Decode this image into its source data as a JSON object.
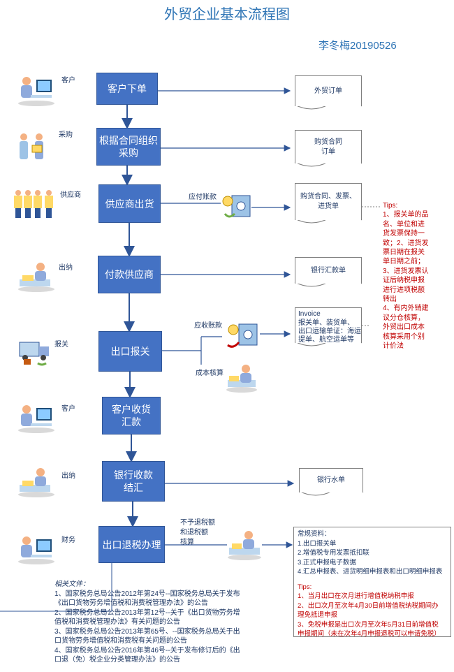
{
  "title": "外贸企业基本流程图",
  "author": "李冬梅20190526",
  "steps": [
    {
      "label": "客户下单"
    },
    {
      "label": "根据合同组织\n采购"
    },
    {
      "label": "供应商出货"
    },
    {
      "label": "付款供应商"
    },
    {
      "label": "出口报关"
    },
    {
      "label": "客户收货\n汇款"
    },
    {
      "label": "银行收款\n结汇"
    },
    {
      "label": "出口退税办理"
    }
  ],
  "roles": [
    "客户",
    "采购",
    "供应商",
    "出纳",
    "报关",
    "客户",
    "出纳",
    "财务"
  ],
  "docs": [
    {
      "label": "外贸订单"
    },
    {
      "label": "购货合同\n订单"
    },
    {
      "label": "购货合同、发票、\n进货单"
    },
    {
      "label": "银行汇款单"
    },
    {
      "label": "银行水单"
    }
  ],
  "invoice": {
    "title": "Invoice",
    "body": "报关单、装货单、\n出口运输单证：海运\n提单、航空运单等"
  },
  "edge_labels": {
    "payable": "应付账款",
    "receivable": "应收账款",
    "costing": "成本核算",
    "tax_calc": "不予退税额\n和退税额\n核算"
  },
  "tips1": {
    "title": "Tips:",
    "items": [
      "1、报关单的品\n名、单位和进\n货发票保持一\n致；2、进货发\n票日期在报关\n单日期之前；",
      "3、进货发票认\n证后纳税申报\n进行进项税额\n转出",
      "4、有内外销建\n议分仓核算，\n外贸出口成本\n核算采用个别\n计价法"
    ]
  },
  "info": {
    "heading": "常规资料：",
    "items": [
      "1.出口报关单",
      "2.增值税专用发票抵扣联",
      "3.正式申报电子数据",
      "4.汇总申报表、进货明细申报表和出口明细申报表"
    ],
    "tips_title": "Tips:",
    "tips": [
      "1、当月出口在次月进行增值税纳税申报",
      "2、出口次月至次年4月30日前增值税纳税期间办\n理免抵退申报",
      "3、免税申报是出口次月至次年5月31日前增值税\n申报期间（未在次年4月申报退税可以申请免税）"
    ]
  },
  "references": {
    "heading": "相关文件：",
    "items": [
      "1、国家税务总局公告2012年第24号--国家税务总局关于发布\n《出口货物劳务增值税和消费税管理办法》的公告",
      "2、国家税务总局公告2013年第12号--关于《出口货物劳务增\n值税和消费税管理办法》有关问题的公告",
      "3、国家税务总局公告2013年第65号、--国家税务总局关于出\n口货物劳务增值税和消费税有关问题的公告",
      "4、国家税务总局公告2016年第46号--关于发布修订后的《出\n口退（免）税企业分类管理办法》的公告"
    ]
  },
  "colors": {
    "step_fill": "#4472c4",
    "title": "#2e74b5",
    "tips": "#c00000",
    "arrow": "#2f5597"
  }
}
